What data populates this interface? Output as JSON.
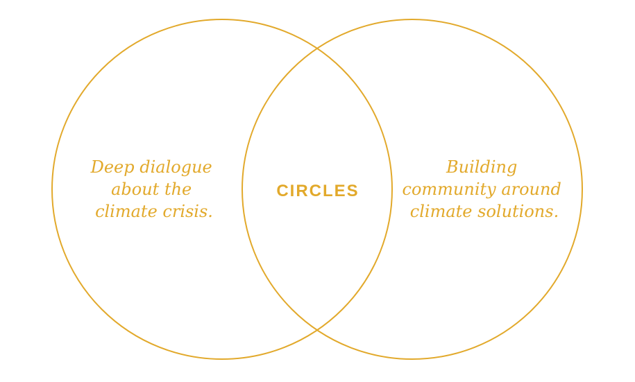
{
  "colors": {
    "accent": "#E2A92B",
    "background": "#FFFFFF"
  },
  "venn": {
    "left": {
      "lines": [
        "Deep dialogue",
        "about the",
        "climate crisis."
      ]
    },
    "right": {
      "lines": [
        "Building",
        "community around",
        "climate solutions."
      ]
    },
    "center": {
      "label": "CIRCLES"
    }
  }
}
